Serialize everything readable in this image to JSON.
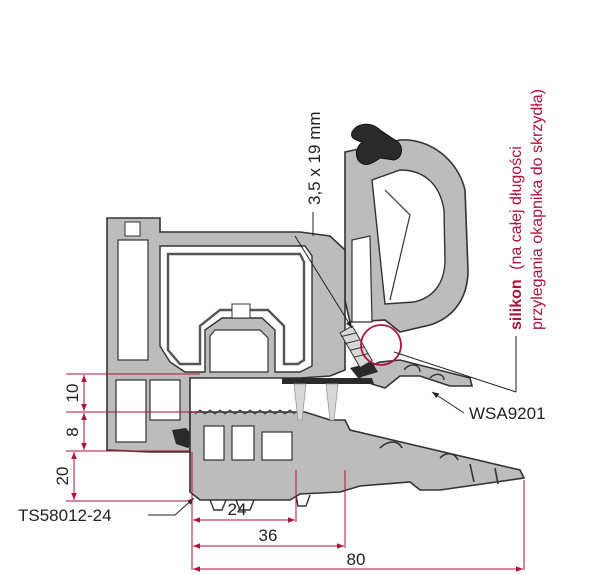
{
  "colors": {
    "profile_fill": "#b9b9b9",
    "profile_stroke": "#333333",
    "dimension_line": "#b0123e",
    "accent": "#b0123e",
    "screw": "#d8d8d8",
    "gasket": "#2a2a2a"
  },
  "labels": {
    "screw_size": "3,5 x 19 mm",
    "silicone_bold": "silikon",
    "silicone_note_line1": "(na całej długości",
    "silicone_note_line2": "przylegania okapnika do skrzydła)",
    "drip_profile": "WSA9201",
    "sill_profile": "TS58012-24"
  },
  "dimensions": {
    "vertical": [
      "10",
      "8",
      "20"
    ],
    "horizontal": [
      "24",
      "36",
      "80"
    ]
  }
}
